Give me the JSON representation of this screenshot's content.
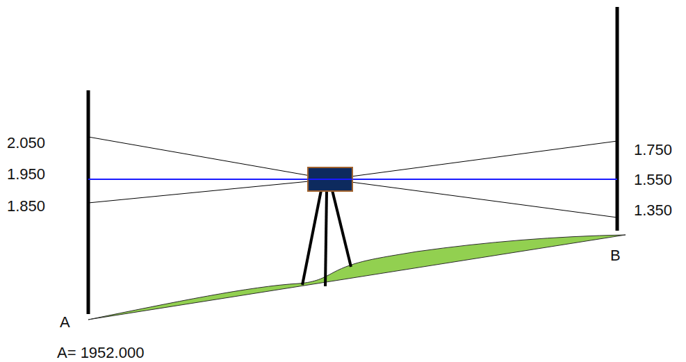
{
  "diagram": {
    "labels": [
      "2.050",
      "1.950",
      "1.850",
      "1.750",
      "1.550",
      "1.350",
      "A",
      "B",
      "A= 1952.000"
    ]
  }
}
